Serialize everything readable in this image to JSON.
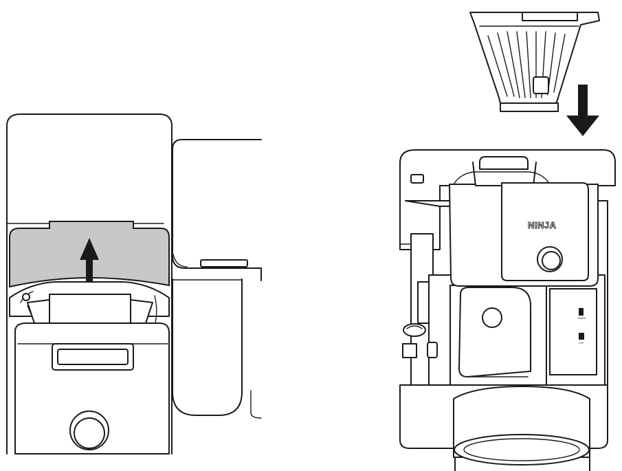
{
  "figure": {
    "brand_logo": "NINJA",
    "side_labels": [
      "TRAVEL",
      "CUP"
    ],
    "colors": {
      "outline": "#1a1a1a",
      "highlight": "#c8c8c8",
      "background": "#ffffff"
    },
    "arrows": {
      "left_panel": "up-arrow",
      "right_panel": "down-arrow"
    }
  }
}
